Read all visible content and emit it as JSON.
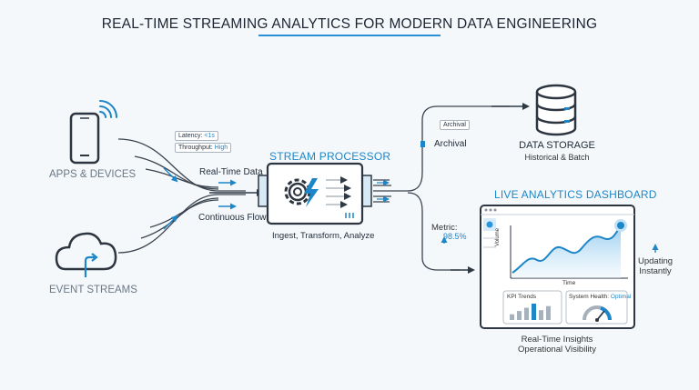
{
  "title": "REAL-TIME STREAMING ANALYTICS FOR MODERN DATA ENGINEERING",
  "sources": {
    "apps": "APPS & DEVICES",
    "events": "EVENT STREAMS"
  },
  "badges": {
    "latency_label": "Latency:",
    "latency_value": "<1s",
    "throughput_label": "Throughput:",
    "throughput_value": "High"
  },
  "flows": {
    "realtime": "Real-Time Data",
    "continuous": "Continuous Flow"
  },
  "processor": {
    "title": "STREAM PROCESSOR",
    "caption": "Ingest, Transform, Analyze"
  },
  "storage": {
    "archival_box": "Archival",
    "archival": "Archival",
    "title": "DATA STORAGE",
    "subtitle": "Historical & Batch"
  },
  "dashboard": {
    "title": "LIVE ANALYTICS DASHBOARD",
    "metric_label": "Metric:",
    "metric_value": "98.5%",
    "y_axis": "Volume",
    "x_axis": "Time",
    "kpi": "KPI Trends",
    "health_label": "System Health:",
    "health_value": "Optimal",
    "updating_1": "Updating",
    "updating_2": "Instantly",
    "insights_1": "Real-Time Insights",
    "insights_2": "Operational Visibility",
    "kpi_bars": [
      0.35,
      0.55,
      0.75,
      1.0,
      0.6,
      0.85
    ]
  },
  "colors": {
    "accent": "#1d86c8",
    "dark": "#2a323c",
    "line": "#3a434e"
  }
}
